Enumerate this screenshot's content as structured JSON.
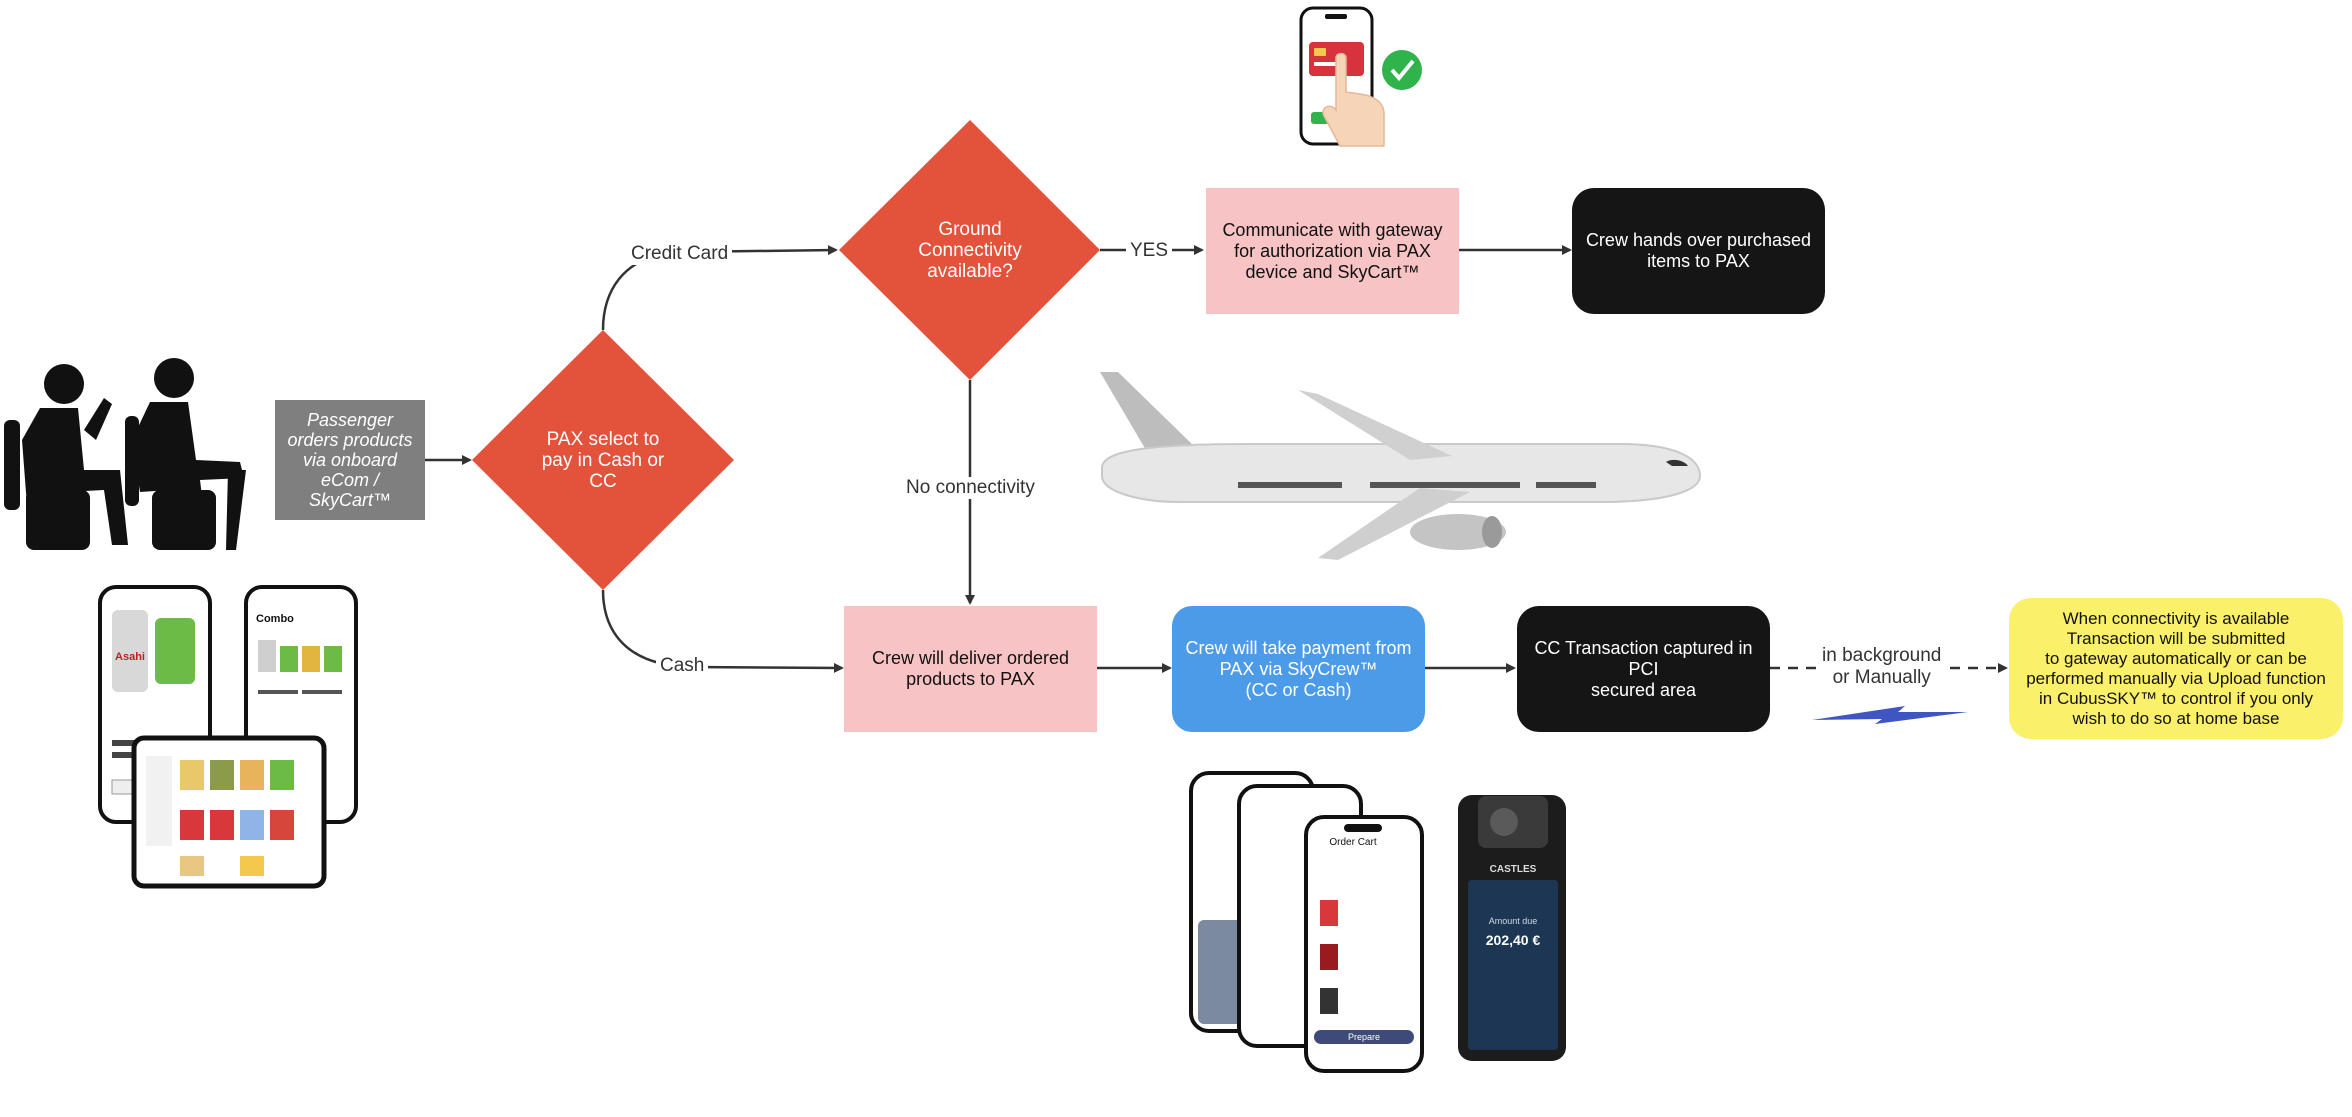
{
  "diagram": {
    "nodes": {
      "passenger_orders": "Passenger\norders products\nvia onboard\neCom /\nSkyCart™",
      "pax_select": "PAX select to\npay in Cash or\nCC",
      "ground_connectivity": "Ground\nConnectivity\navailable?",
      "communicate_gateway": "Communicate with gateway\nfor authorization via PAX\ndevice and SkyCart™",
      "crew_hands_over": "Crew hands over purchased\nitems to PAX",
      "crew_deliver": "Crew will deliver ordered\nproducts to PAX",
      "crew_take_payment": "Crew will take payment from\nPAX via SkyCrew™\n(CC or Cash)",
      "cc_transaction": "CC Transaction captured in\nPCI\nsecured area",
      "connectivity_note": "When connectivity is available\nTransaction will be submitted\nto gateway automatically or can be\nperformed manually via Upload function\nin CubusSKY™ to control if you only\nwish to do so at home base"
    },
    "edge_labels": {
      "credit_card": "Credit Card",
      "cash": "Cash",
      "yes": "YES",
      "no_connectivity": "No connectivity",
      "background_manual": "in background\nor Manually"
    },
    "device_text": {
      "combo_title": "Combo",
      "asahi_brand": "Asahi",
      "terminal_brand": "CASTLES",
      "terminal_amount_label": "Amount due",
      "terminal_amount": "202,40 €",
      "crew_app_title": "Order Cart",
      "crew_app_button": "Prepare"
    },
    "icons": {
      "passengers": "seated-passengers-with-luggage-icon",
      "phone_payment": "phone-card-tap-approved-icon",
      "airplane": "airplane-illustration",
      "signal": "lightning-bolt-icon"
    },
    "colors": {
      "diamond": "#e3523a",
      "pax_box": "#7f7f7f",
      "pink": "#f7c3c4",
      "black": "#151515",
      "blue": "#4b9be8",
      "yellow": "#fbf06a",
      "check": "#2fb34a",
      "bolt": "#3e55c2"
    }
  }
}
